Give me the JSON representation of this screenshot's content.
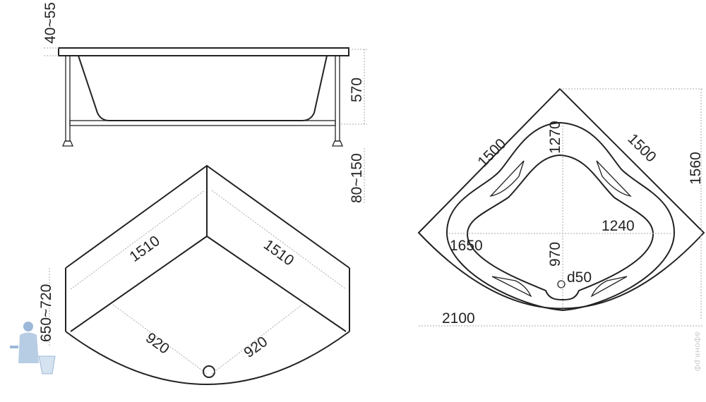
{
  "side_view": {
    "rim_height": "40~55",
    "tub_height": "570",
    "leg_height": "80~150"
  },
  "frame_view": {
    "side_left": "1510",
    "side_right": "1510",
    "height": "650~720",
    "inner_left": "920",
    "inner_right": "920"
  },
  "top_view": {
    "side_left": "1500",
    "side_right": "1500",
    "overall_depth": "1560",
    "inner_depth": "1270",
    "inner_width": "1240",
    "outer_width": "1650",
    "basin_depth": "970",
    "drain": "d50",
    "overall_width": "2100"
  },
  "watermark": "афоня.рф",
  "colors": {
    "line": "#222222",
    "dimension": "#aaaaaa",
    "logo": "#9bb8d8"
  }
}
